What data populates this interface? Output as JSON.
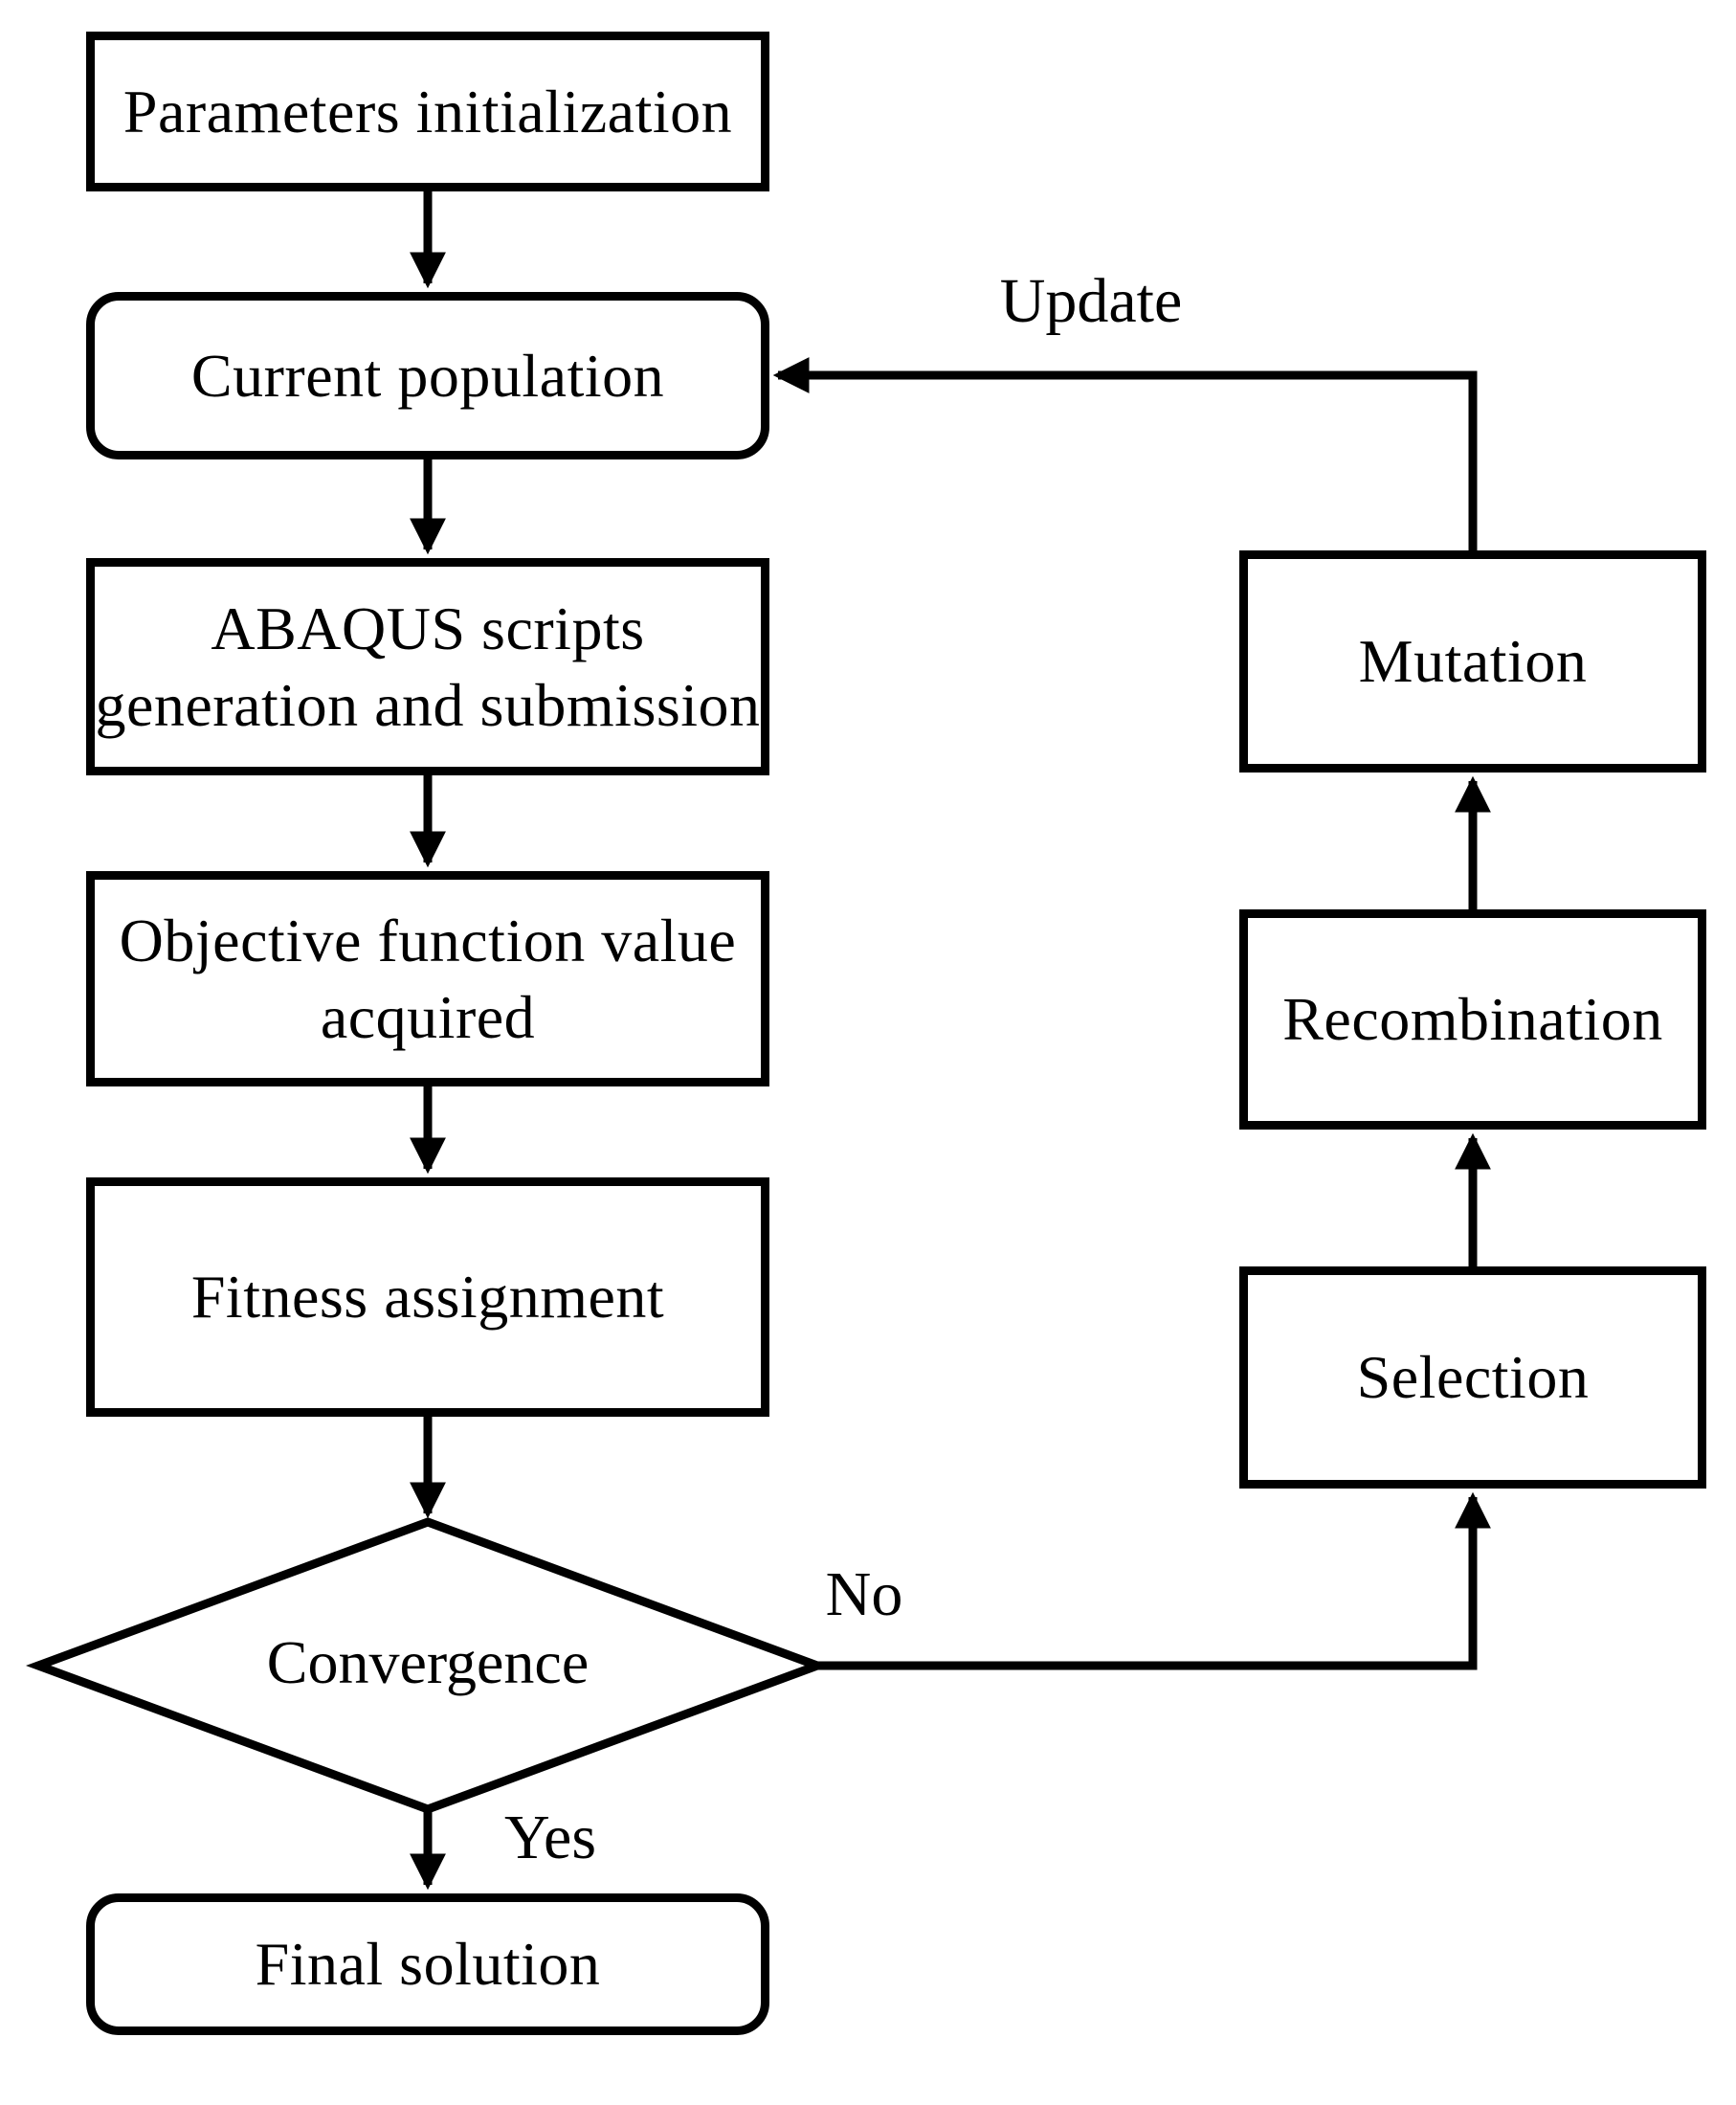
{
  "diagram": {
    "background": "#ffffff",
    "line_color": "#000000",
    "text_color": "#000000",
    "nodes": {
      "parameters": {
        "label": "Parameters initialization",
        "shape": "rectangle"
      },
      "current_population": {
        "label": "Current population",
        "shape": "rounded-rectangle"
      },
      "abaqus_scripts": {
        "label": "ABAQUS scripts\ngeneration and submission",
        "shape": "rectangle"
      },
      "objective_function": {
        "label": "Objective function value\nacquired",
        "shape": "rectangle"
      },
      "fitness": {
        "label": "Fitness assignment",
        "shape": "rectangle"
      },
      "convergence": {
        "label": "Convergence",
        "shape": "diamond"
      },
      "final_solution": {
        "label": "Final solution",
        "shape": "rounded-rectangle"
      },
      "selection": {
        "label": "Selection",
        "shape": "rectangle"
      },
      "recombination": {
        "label": "Recombination",
        "shape": "rectangle"
      },
      "mutation": {
        "label": "Mutation",
        "shape": "rectangle"
      }
    },
    "edge_labels": {
      "update": "Update",
      "no": "No",
      "yes": "Yes"
    }
  }
}
